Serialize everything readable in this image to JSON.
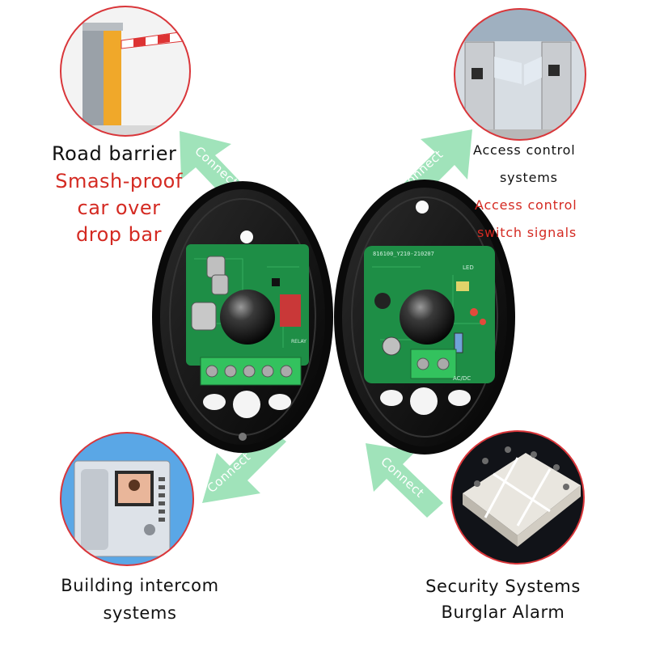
{
  "connect_label": "Connect",
  "labels": {
    "road_barrier": "Road barrier",
    "smash_proof": [
      "Smash-proof",
      "car over",
      "drop bar"
    ],
    "access_control": [
      "Access control",
      "systems"
    ],
    "access_signals": [
      "Access control",
      "switch signals"
    ],
    "intercom": [
      "Building intercom",
      "systems"
    ],
    "security": [
      "Security Systems",
      "Burglar Alarm"
    ]
  },
  "board_marks": {
    "right_serial": "816100_Y210-210207",
    "led": "LED",
    "acdc": "AC/DC",
    "relay": "RELAY"
  },
  "colors": {
    "text": "#111111",
    "red_text": "#d42a22",
    "circle_border": "#d9363a",
    "arrow": "#9be2b6",
    "pcb": "#1e8e46",
    "terminal": "#33c25e",
    "housing": "#111111"
  }
}
